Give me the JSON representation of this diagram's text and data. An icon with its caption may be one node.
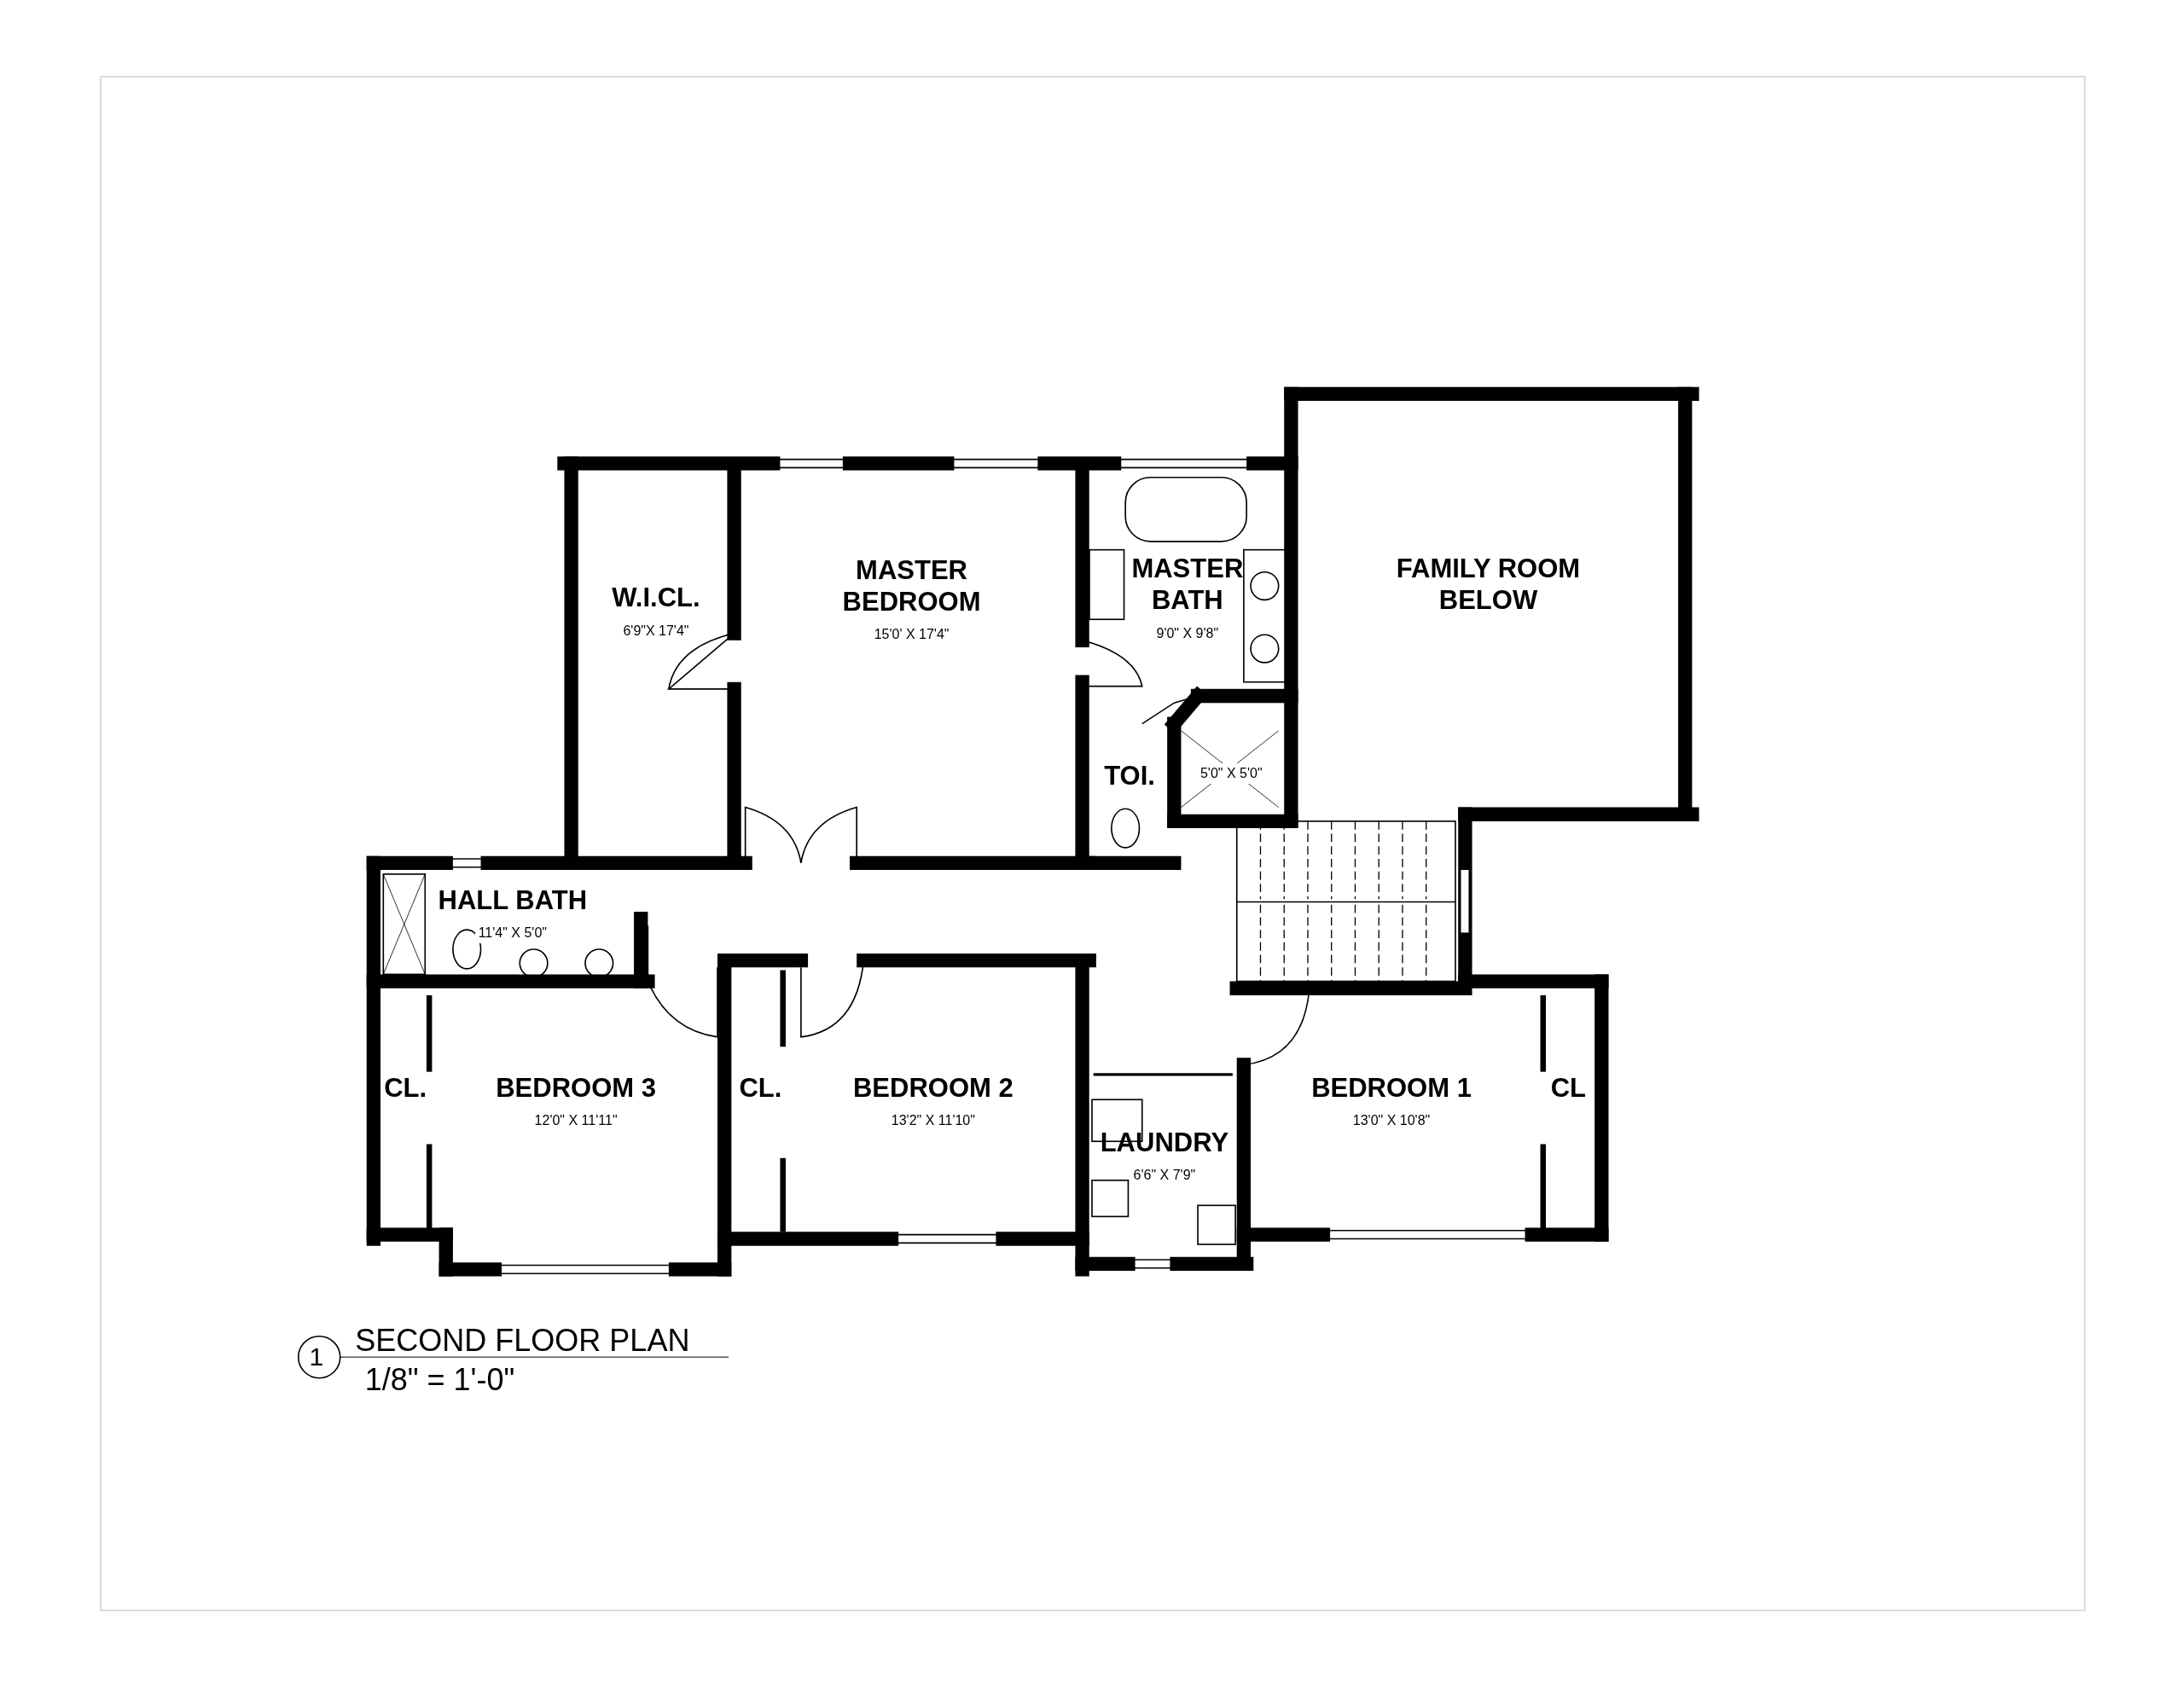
{
  "diagram": {
    "title": "SECOND FLOOR PLAN",
    "caption": "1/8\" = 1'-0\"",
    "nodes": [
      {
        "text": [
          "W.I.CL.",
          "6'9\"X 17'4\""
        ]
      },
      {
        "text": [
          "MASTER BEDROOM",
          "15'0' X 17'4\""
        ]
      },
      {
        "text": [
          "MASTER BATH",
          "9'0\" X 9'8\""
        ]
      },
      {
        "text": [
          "FAMILY ROOM BELOW"
        ]
      },
      {
        "text": [
          "TOI."
        ]
      },
      {
        "text": [
          "5'0\" X 5'0\""
        ]
      },
      {
        "text": [
          "HALL BATH",
          "11'4\" X 5'0\""
        ]
      },
      {
        "text": [
          "CL."
        ]
      },
      {
        "text": [
          "BEDROOM 3",
          "12'0\" X 11'11\""
        ]
      },
      {
        "text": [
          "CL."
        ]
      },
      {
        "text": [
          "BEDROOM 2",
          "13'2\" X 11'10\""
        ]
      },
      {
        "text": [
          "LAUNDRY",
          "6'6\" X 7'9\""
        ]
      },
      {
        "text": [
          "BEDROOM 1",
          "13'0\" X 10'8\""
        ]
      },
      {
        "text": [
          "CL"
        ]
      }
    ],
    "labels": [
      "1"
    ]
  }
}
